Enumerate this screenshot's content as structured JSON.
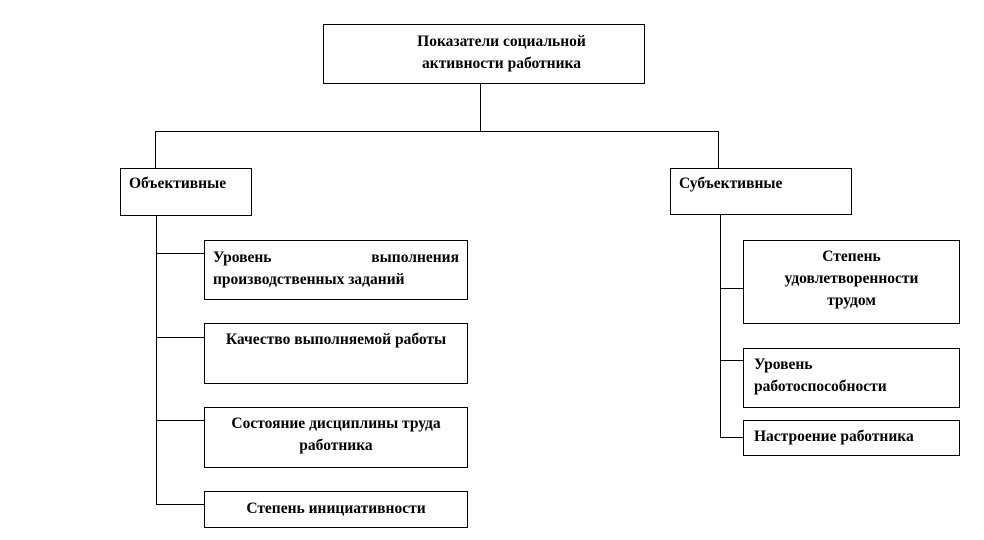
{
  "root": {
    "title": "Показатели социальной активности работника"
  },
  "objective": {
    "label": "Объективные",
    "items": [
      {
        "line1": "Уровень выполнения",
        "line2": "производственных заданий"
      },
      {
        "label": "Качество выполняемой работы"
      },
      {
        "label": "Состояние дисциплины труда работника"
      },
      {
        "label": "Степень инициативности"
      }
    ]
  },
  "subjective": {
    "label": "Субъективные",
    "items": [
      {
        "label": "Степень удовлетворенности трудом"
      },
      {
        "label": "Уровень работоспособности"
      },
      {
        "label": "Настроение работника"
      }
    ]
  }
}
